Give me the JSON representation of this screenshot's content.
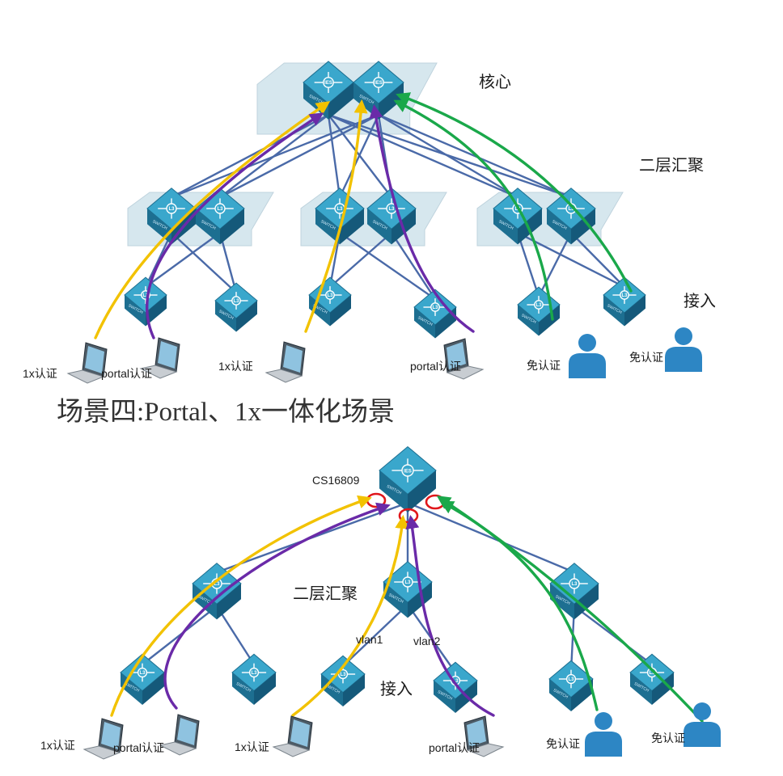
{
  "top": {
    "core_label": "核心",
    "aggregation_label": "二层汇聚",
    "access_label": "接入",
    "endpoints": [
      "1x认证",
      "portal认证",
      "1x认证",
      "portal认证",
      "免认证",
      "免认证"
    ]
  },
  "caption": "场景四:Portal、1x一体化场景",
  "bottom": {
    "core_device_label": "CS16809",
    "aggregation_label": "二层汇聚",
    "access_label": "接入",
    "vlan_labels": [
      "vlan1",
      "vlan2"
    ],
    "endpoints": [
      "1x认证",
      "portal认证",
      "1x认证",
      "portal认证",
      "免认证",
      "免认证"
    ]
  },
  "switch_texts": {
    "core_badge": "IES",
    "agg_badge": "L3",
    "face_text": "SWITCH"
  },
  "colors": {
    "link": "#4a6aa8",
    "dot1x_flow": "#f2c200",
    "portal_flow": "#6a2aa8",
    "free_flow": "#1aa84a",
    "switch_top": "#3aa7cc",
    "switch_side": "#1d6f91",
    "person": "#2d86c4",
    "marker": "#e0161a"
  }
}
